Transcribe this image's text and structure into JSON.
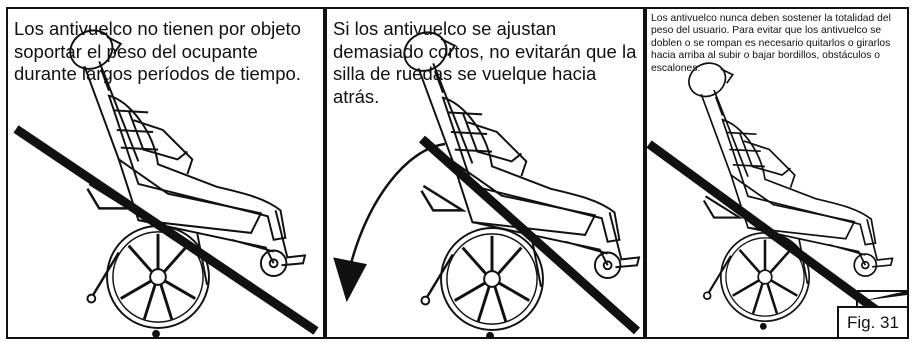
{
  "panels": [
    {
      "caption": "Los antivuelco no tienen por objeto soportar el peso del ocupante durante largos períodos de tiempo."
    },
    {
      "caption": "Si los antivuelco se ajustan demasiado cortos, no evitarán que la silla de ruedas se vuelque hacia atrás."
    },
    {
      "caption": "Los antivuelco nunca deben sostener la totalidad del peso del usuario. Para evitar que los antivuelco se doblen o se rompan es necesario quitarlos o girarlos hacia arriba al subir o bajar bordillos, obstáculos o escalones."
    }
  ],
  "figure_label": "Fig. 31",
  "icons": [
    "wheelchair-occupant-illustration",
    "prohibition-slash",
    "tip-direction-arrow"
  ],
  "colors": {
    "ink": "#111111",
    "background": "#ffffff"
  }
}
